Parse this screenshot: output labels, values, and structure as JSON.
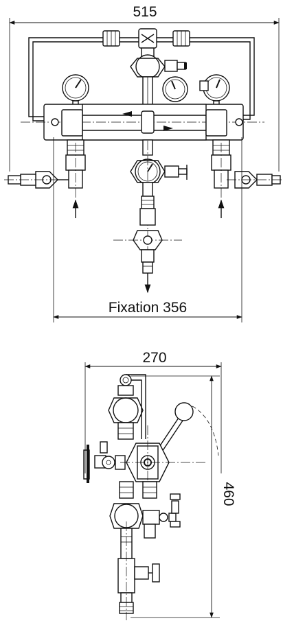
{
  "front_view": {
    "overall_width_label": "515",
    "fixation_label": "Fixation 356"
  },
  "side_view": {
    "depth_label": "270",
    "height_label": "460"
  }
}
